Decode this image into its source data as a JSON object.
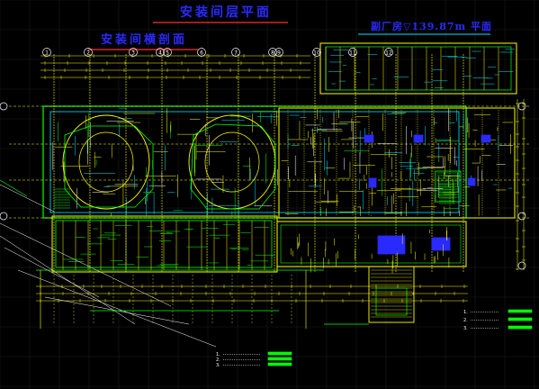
{
  "drawing": {
    "title_main": "安装间层平面",
    "title_sub": "安装间横剖面",
    "title_right": "副厂房▽139.87m 平面"
  },
  "colors": {
    "background": "#000000",
    "grid": "#1d1d1d",
    "title": "#2a2aff",
    "primary_lines": "#ffff00",
    "structure_lines": "#00e5ff",
    "highlight_lines": "#00ff00",
    "accent_lines": "#ff3030",
    "markers": "#ffffff"
  },
  "axis_labels_top": [
    "①",
    "②",
    "③",
    "④",
    "⑤",
    "⑥",
    "⑦",
    "⑧",
    "⑨",
    "⑩",
    "⑪",
    "⑫"
  ],
  "axis_labels_side": [
    "Ⓐ",
    "Ⓑ",
    "Ⓒ",
    "Ⓓ"
  ],
  "legend_notes": [
    "1.",
    "2.",
    "3."
  ]
}
